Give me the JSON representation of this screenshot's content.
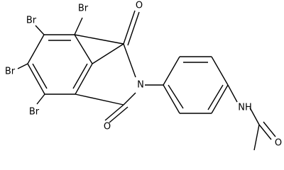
{
  "molecule": {
    "atoms": {
      "br_top": "Br",
      "br_upper_left": "Br",
      "br_lower_left": "Br",
      "br_bottom": "Br",
      "o_upper_carbonyl": "O",
      "o_lower_carbonyl": "O",
      "n_imide": "N",
      "nh_amide": "NH",
      "o_amide": "O"
    }
  }
}
